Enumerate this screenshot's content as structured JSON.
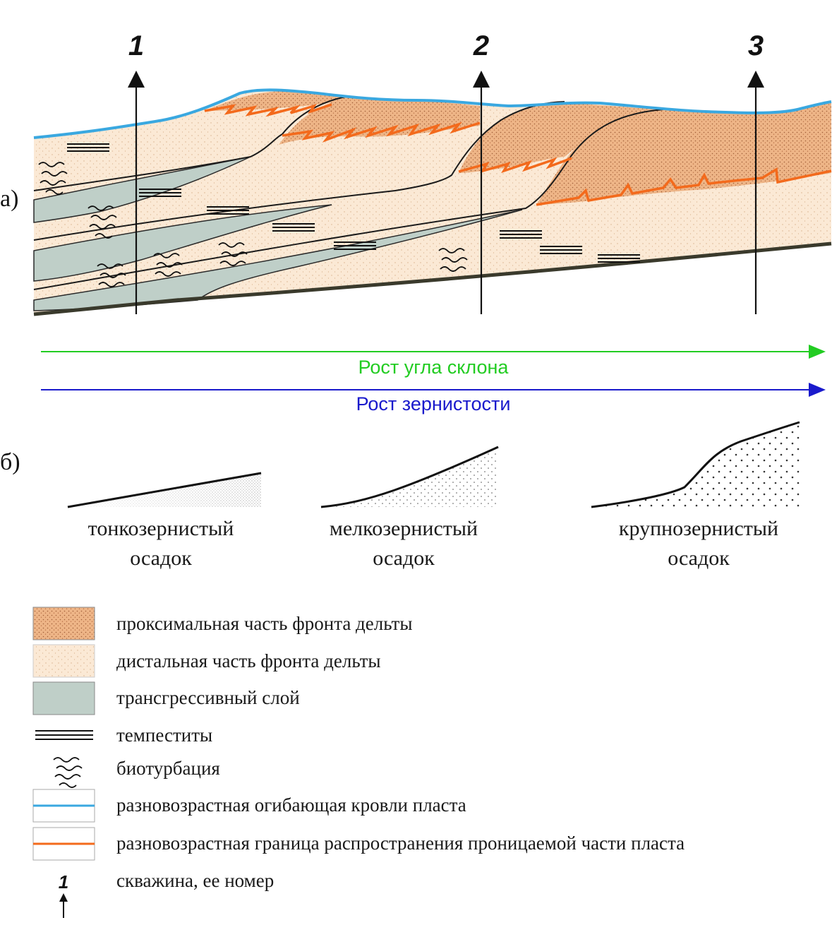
{
  "panels": {
    "a": "а)",
    "b": "б)"
  },
  "wells": [
    {
      "number": "1"
    },
    {
      "number": "2"
    },
    {
      "number": "3"
    }
  ],
  "trends": [
    {
      "label": "Рост угла склона",
      "color": "#22cc22"
    },
    {
      "label": "Рост зернистости",
      "color": "#1a1acc"
    }
  ],
  "grain_types": [
    {
      "line1": "тонкозернистый",
      "line2": "осадок"
    },
    {
      "line1": "мелкозернистый",
      "line2": "осадок"
    },
    {
      "line1": "крупнозернистый",
      "line2": "осадок"
    }
  ],
  "legend": [
    {
      "icon": "proximal-fill-swatch",
      "label": "проксимальная часть фронта дельты"
    },
    {
      "icon": "distal-fill-swatch",
      "label": "дистальная часть фронта дельты"
    },
    {
      "icon": "transgressive-fill-swatch",
      "label": "трансгрессивный слой"
    },
    {
      "icon": "tempestite-icon",
      "label": "темпеститы"
    },
    {
      "icon": "bioturbation-icon",
      "label": "биотурбация"
    },
    {
      "icon": "blue-line-swatch",
      "label": "разновозрастная огибающая кровли пласта"
    },
    {
      "icon": "orange-line-swatch",
      "label": "разновозрастная граница распространения проницаемой части пласта"
    },
    {
      "icon": "well-arrow-icon",
      "label": "скважина, ее номер",
      "sample_number": "1"
    }
  ],
  "colors": {
    "proximal": "#eeb587",
    "distal": "#fbe9d5",
    "transgressive": "#bfcfc8",
    "top_envelope": "#3aa8e0",
    "permeable_boundary": "#f36a1c",
    "base": "#3a3a2c"
  }
}
